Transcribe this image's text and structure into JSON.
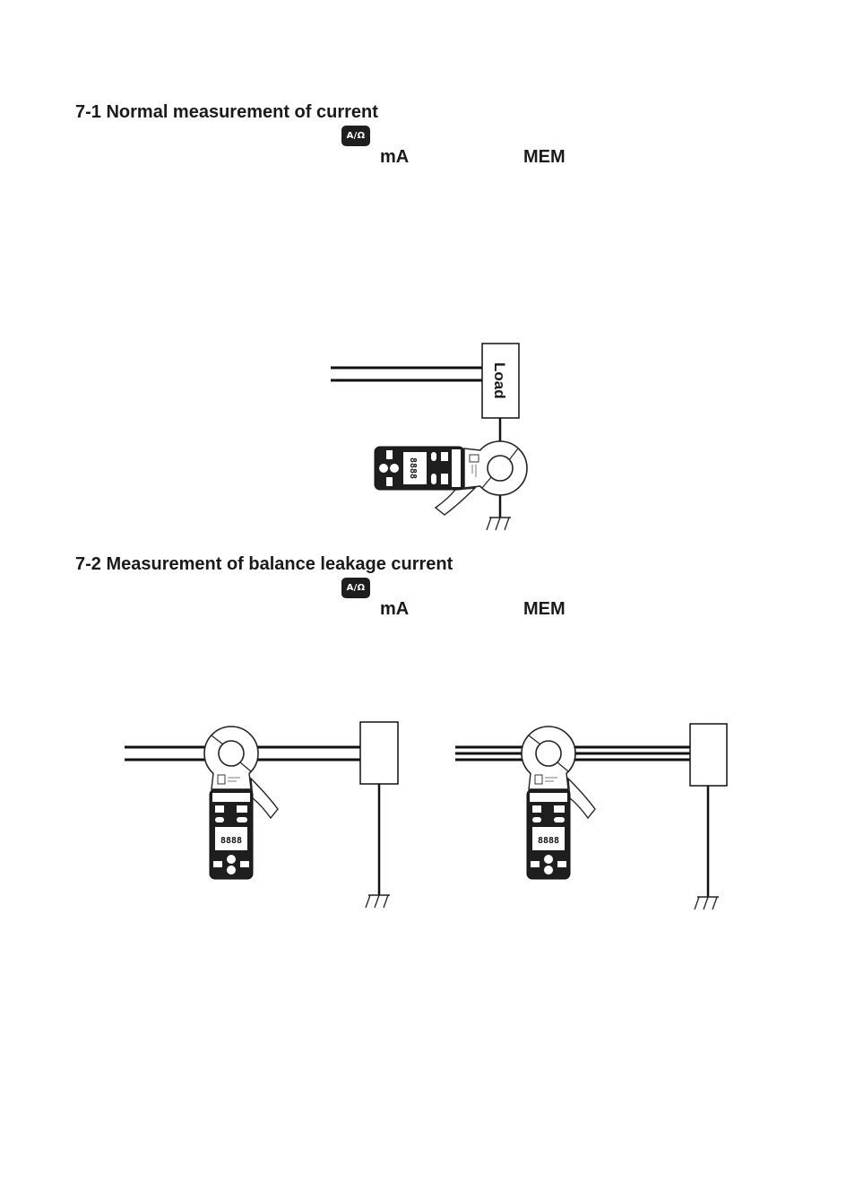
{
  "sections": [
    {
      "heading": "7-1 Normal measurement of current",
      "key_label": "A/Ω",
      "range_label": "mA",
      "mem_label": "MEM",
      "load_label": "Load"
    },
    {
      "heading": "7-2 Measurement of balance leakage current",
      "key_label": "A/Ω",
      "range_label": "mA",
      "mem_label": "MEM"
    }
  ]
}
